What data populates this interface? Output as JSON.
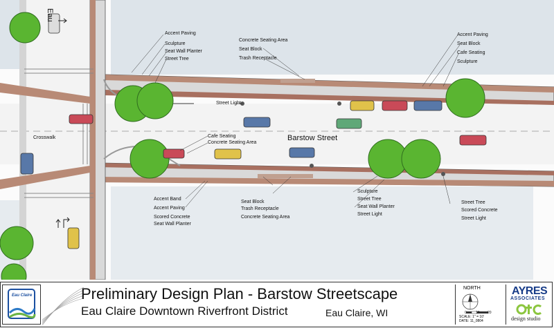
{
  "street_name": "Barstow Street",
  "cross_street_name": "Eau",
  "labels": {
    "top_left": [
      "Accent Paving",
      "Sculpture",
      "Seat Wall Planter",
      "Street Tree"
    ],
    "top_center": [
      "Concrete Seating Area",
      "Seat Block",
      "Trash Receptacle"
    ],
    "top_right": [
      "Accent Paving",
      "Seat Block",
      "Cafe Seating",
      "Sculpture"
    ],
    "street_light_top": "Street Light",
    "crosswalk": "Crosswalk",
    "mid_left": [
      "Cafe Seating",
      "Concrete Seating Area"
    ],
    "bottom_left": [
      "Accent Band",
      "Accent Paving",
      "Scored Concrete",
      "Seat Wall Planter"
    ],
    "bottom_center": [
      "Seat Block",
      "Trash Receptacle",
      "Concrete Seating Area"
    ],
    "bottom_right_a": [
      "Sculpture",
      "Street Tree",
      "Seat Wall Planter",
      "Street Light"
    ],
    "bottom_right_b": [
      "Street Tree",
      "Scored Concrete",
      "Street Light"
    ]
  },
  "title_block": {
    "title": "Preliminary Design Plan - Barstow Streetscape",
    "subtitle": "Eau Claire Downtown Riverfront District",
    "location": "Eau Claire, WI",
    "north": "NORTH",
    "scale_numbers": [
      "0",
      "10",
      "20"
    ],
    "scale": "SCALE: 1\" = 10'",
    "date": "DATE: 11_0804",
    "logo_text": "Eau Claire",
    "firm_name": "AYRES",
    "firm_name_2": "ASSOCIATES",
    "studio": "design studio"
  },
  "colors": {
    "paving": "#b88a76",
    "sidewalk": "#d9d9d9",
    "road": "#f1f1f1",
    "block": "#dde4ea",
    "tree": "#5ab531",
    "car_red": "#c94a58",
    "car_blue": "#5878a8",
    "car_yellow": "#e0c24a",
    "car_green": "#5fa878"
  }
}
